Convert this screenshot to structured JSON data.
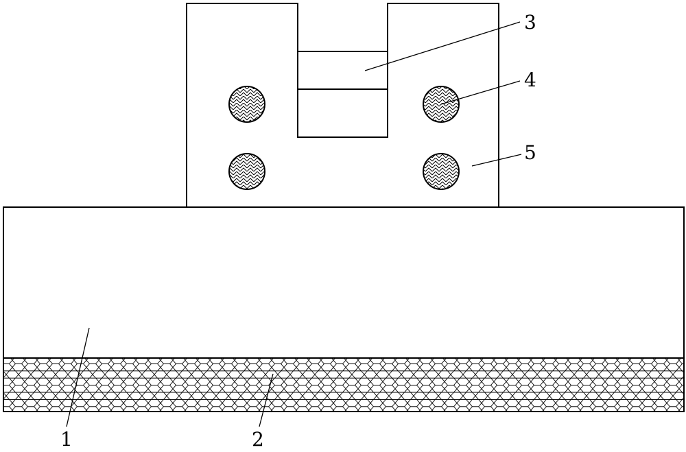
{
  "labels": {
    "base": "1",
    "hex_layer": "2",
    "slot_block": "3",
    "bolt": "4",
    "upper_block": "5"
  },
  "colors": {
    "line": "#000000",
    "background": "#ffffff"
  }
}
